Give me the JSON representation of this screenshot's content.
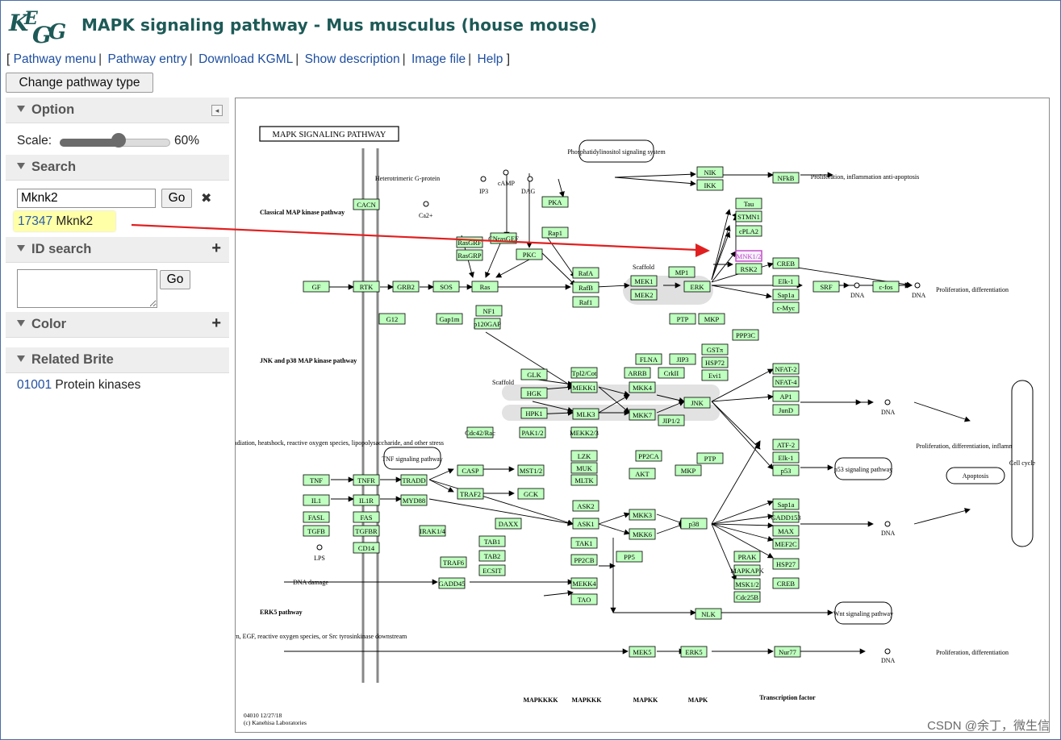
{
  "header": {
    "logo_text": "KEGG",
    "title": "MAPK signaling pathway - Mus musculus (house mouse)"
  },
  "menu": {
    "open_bracket": "[",
    "close_bracket": "]",
    "separator": "|",
    "items": [
      "Pathway menu",
      "Pathway entry",
      "Download KGML",
      "Show description",
      "Image file",
      "Help"
    ]
  },
  "change_button": "Change pathway type",
  "sidebar": {
    "option": {
      "title": "Option",
      "collapse_glyph": "◂",
      "scale_label": "Scale:",
      "scale_value": "60%",
      "scale_fraction": 0.6
    },
    "search": {
      "title": "Search",
      "value": "Mknk2",
      "go": "Go",
      "clear": "✖",
      "result_id": "17347",
      "result_name": "Mknk2"
    },
    "id_search": {
      "title": "ID search",
      "plus": "+",
      "go": "Go"
    },
    "color": {
      "title": "Color",
      "plus": "+"
    },
    "brite": {
      "title": "Related Brite",
      "id": "01001",
      "name": "Protein kinases"
    }
  },
  "pathway": {
    "frame_title": "MAPK SIGNALING PATHWAY",
    "section_labels": [
      "Classical MAP kinase pathway",
      "JNK and p38 MAP kinase pathway",
      "ERK5 pathway"
    ],
    "left_labels": [
      "Heterotrimeric G-protein",
      "Serum, cytotoxic drugs, irradiation, heatshock, reactive oxygen species, lipopolysaccharide, and other stress",
      "DNA damage",
      "Serum, EGF, reactive oxygen species, or Src tyrosinkinase downstream",
      "LPS"
    ],
    "right_labels": [
      "Proliferation, inflammation anti-apoptosis",
      "Proliferation, differentiation",
      "Proliferation, differentiation, inflammation",
      "Apoptosis",
      "Cell cycle",
      "Proliferation, differentiation"
    ],
    "link_boxes": [
      "Phosphatidylinositol signaling system",
      "TNF signaling pathway",
      "p53 signaling pathway",
      "Wnt signaling pathway"
    ],
    "small_labels": [
      "IP3",
      "cAMP",
      "DAG",
      "Ca2+",
      "Scaffold",
      "Scaffold",
      "DNA",
      "DNA",
      "DNA",
      "DNA",
      "DNA"
    ],
    "column_labels": [
      "MAPKKKK",
      "MAPKKK",
      "MAPKK",
      "MAPK",
      "Transcription factor"
    ],
    "footer_lines": [
      "04010 12/27/18",
      "(c) Kanehisa Laboratories"
    ],
    "highlighted_gene": "MNK1/2",
    "genes": [
      "CACN",
      "GF",
      "RTK",
      "GRB2",
      "SOS",
      "Ras",
      "G12",
      "Gap1m",
      "NF1",
      "p120GAP",
      "RasGRF",
      "RasGRP",
      "CNrasGEF",
      "PKC",
      "PKA",
      "Rap1",
      "RafA",
      "RafB",
      "Raf1",
      "MP1",
      "MEK1",
      "MEK2",
      "ERK",
      "PTP",
      "MKP",
      "NIK",
      "IKK",
      "NFkB",
      "Tau",
      "STMN1",
      "cPLA2",
      "MNK1/2",
      "RSK2",
      "CREB",
      "Elk-1",
      "Sap1a",
      "c-Myc",
      "SRF",
      "c-fos",
      "PPP3C",
      "NFAT-2",
      "NFAT-4",
      "FLNA",
      "JIP3",
      "ARRB",
      "CrkII",
      "GSTπ",
      "HSP72",
      "Evi1",
      "Tpl2/Cot",
      "MEKK1",
      "GLK",
      "HGK",
      "HPK1",
      "MLK3",
      "MKK4",
      "MKK7",
      "JIP1/2",
      "JNK",
      "AP1",
      "JunD",
      "Cdc42/Rac",
      "PAK1/2",
      "MEKK2/3",
      "LZK",
      "MUK",
      "MLTK",
      "PP2CA",
      "MKP",
      "PTP",
      "ATF-2",
      "Elk-1",
      "p53",
      "TNF",
      "TNFR",
      "TRADD",
      "CASP",
      "MST1/2",
      "TRAF2",
      "GCK",
      "IL1",
      "IL1R",
      "MYD88",
      "FASL",
      "FAS",
      "TGFB",
      "TGFBR",
      "CD14",
      "IRAK1/4",
      "DAXX",
      "ASK2",
      "ASK1",
      "AKT",
      "MKK3",
      "MKK6",
      "p38",
      "Sap1a",
      "GADD153",
      "MAX",
      "MEF2C",
      "TAB1",
      "TAB2",
      "TAK1",
      "TRAF6",
      "ECSIT",
      "PP2CB",
      "PP5",
      "PRAK",
      "MAPKAPK",
      "MSK1/2",
      "Cdc25B",
      "HSP27",
      "CREB",
      "GADD45",
      "MEKK4",
      "TAO",
      "NLK",
      "MEK5",
      "ERK5",
      "Nur77"
    ]
  },
  "watermark": "CSDN @余丁，微生信"
}
